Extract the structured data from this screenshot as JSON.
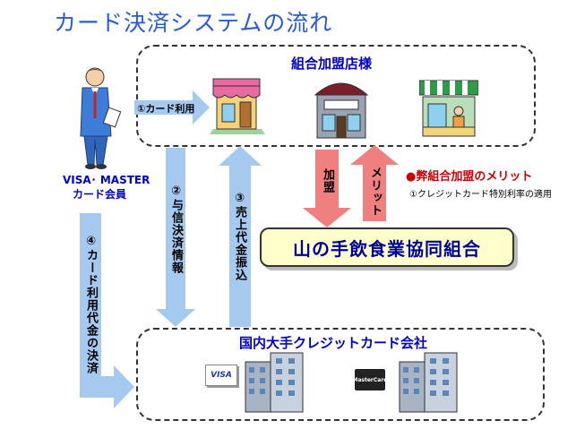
{
  "title": "カード決済システムの流れ",
  "stores_box": {
    "label": "組合加盟店様"
  },
  "card_company_box": {
    "label": "国内大手クレジットカード会社"
  },
  "member": {
    "line1": "VISA･ MASTER",
    "line2": "カード会員"
  },
  "steps": {
    "step1": "①カード利用",
    "step2": "②与信決済情報",
    "step3": "③売上代金振込",
    "step4": "④カード利用代金の決済"
  },
  "arrows": {
    "join": "加盟",
    "merit": "メリット"
  },
  "cooperative": {
    "name": "山の手飲食業協同組合"
  },
  "merit_panel": {
    "title": "●弊組合加盟のメリット",
    "items": [
      "①クレジットカード特別利率の適用"
    ]
  },
  "card_logos": {
    "visa": "VISA",
    "mastercard": "MasterCard"
  },
  "colors": {
    "title": "#2a5bd7",
    "label_blue": "#0000cc",
    "flow_arrow": "#a6c9ef",
    "member_arrow": "#f08080",
    "merit_text": "#cc0000",
    "coop_fill": "#ffffcc"
  },
  "icons": [
    "businessman-icon",
    "store-icon",
    "building-icon",
    "market-stall-icon",
    "office-tower-icon",
    "visa-card-icon",
    "mastercard-icon"
  ]
}
